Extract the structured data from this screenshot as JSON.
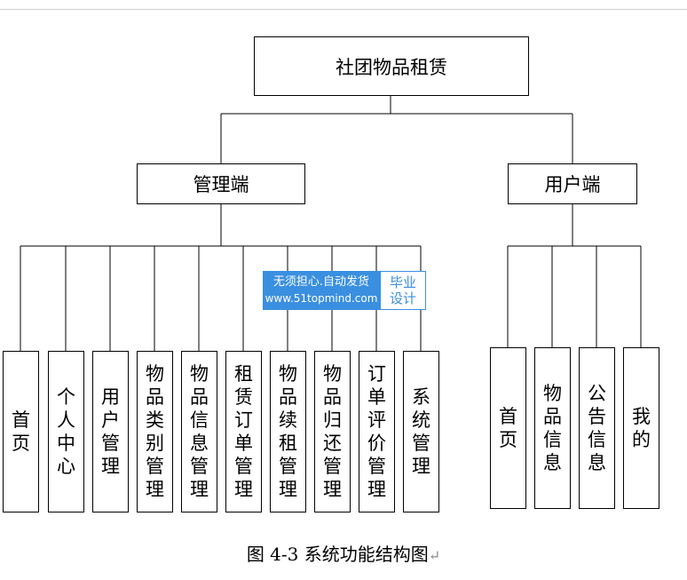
{
  "diagram": {
    "root": "社团物品租赁",
    "admin": {
      "label": "管理端",
      "children": [
        "首页",
        "个人中心",
        "用户管理",
        "物品类别管理",
        "物品信息管理",
        "租赁订单管理",
        "物品续租管理",
        "物品归还管理",
        "订单评价管理",
        "系统管理"
      ]
    },
    "user": {
      "label": "用户端",
      "children": [
        "首页",
        "物品信息",
        "公告信息",
        "我的"
      ]
    }
  },
  "watermark": {
    "line1": "无须担心.自动发货",
    "line2": "www.51topmind.com",
    "tag1": "毕业",
    "tag2": "设计"
  },
  "caption": "图 4-3 系统功能结构图",
  "caption_mark": "↵"
}
